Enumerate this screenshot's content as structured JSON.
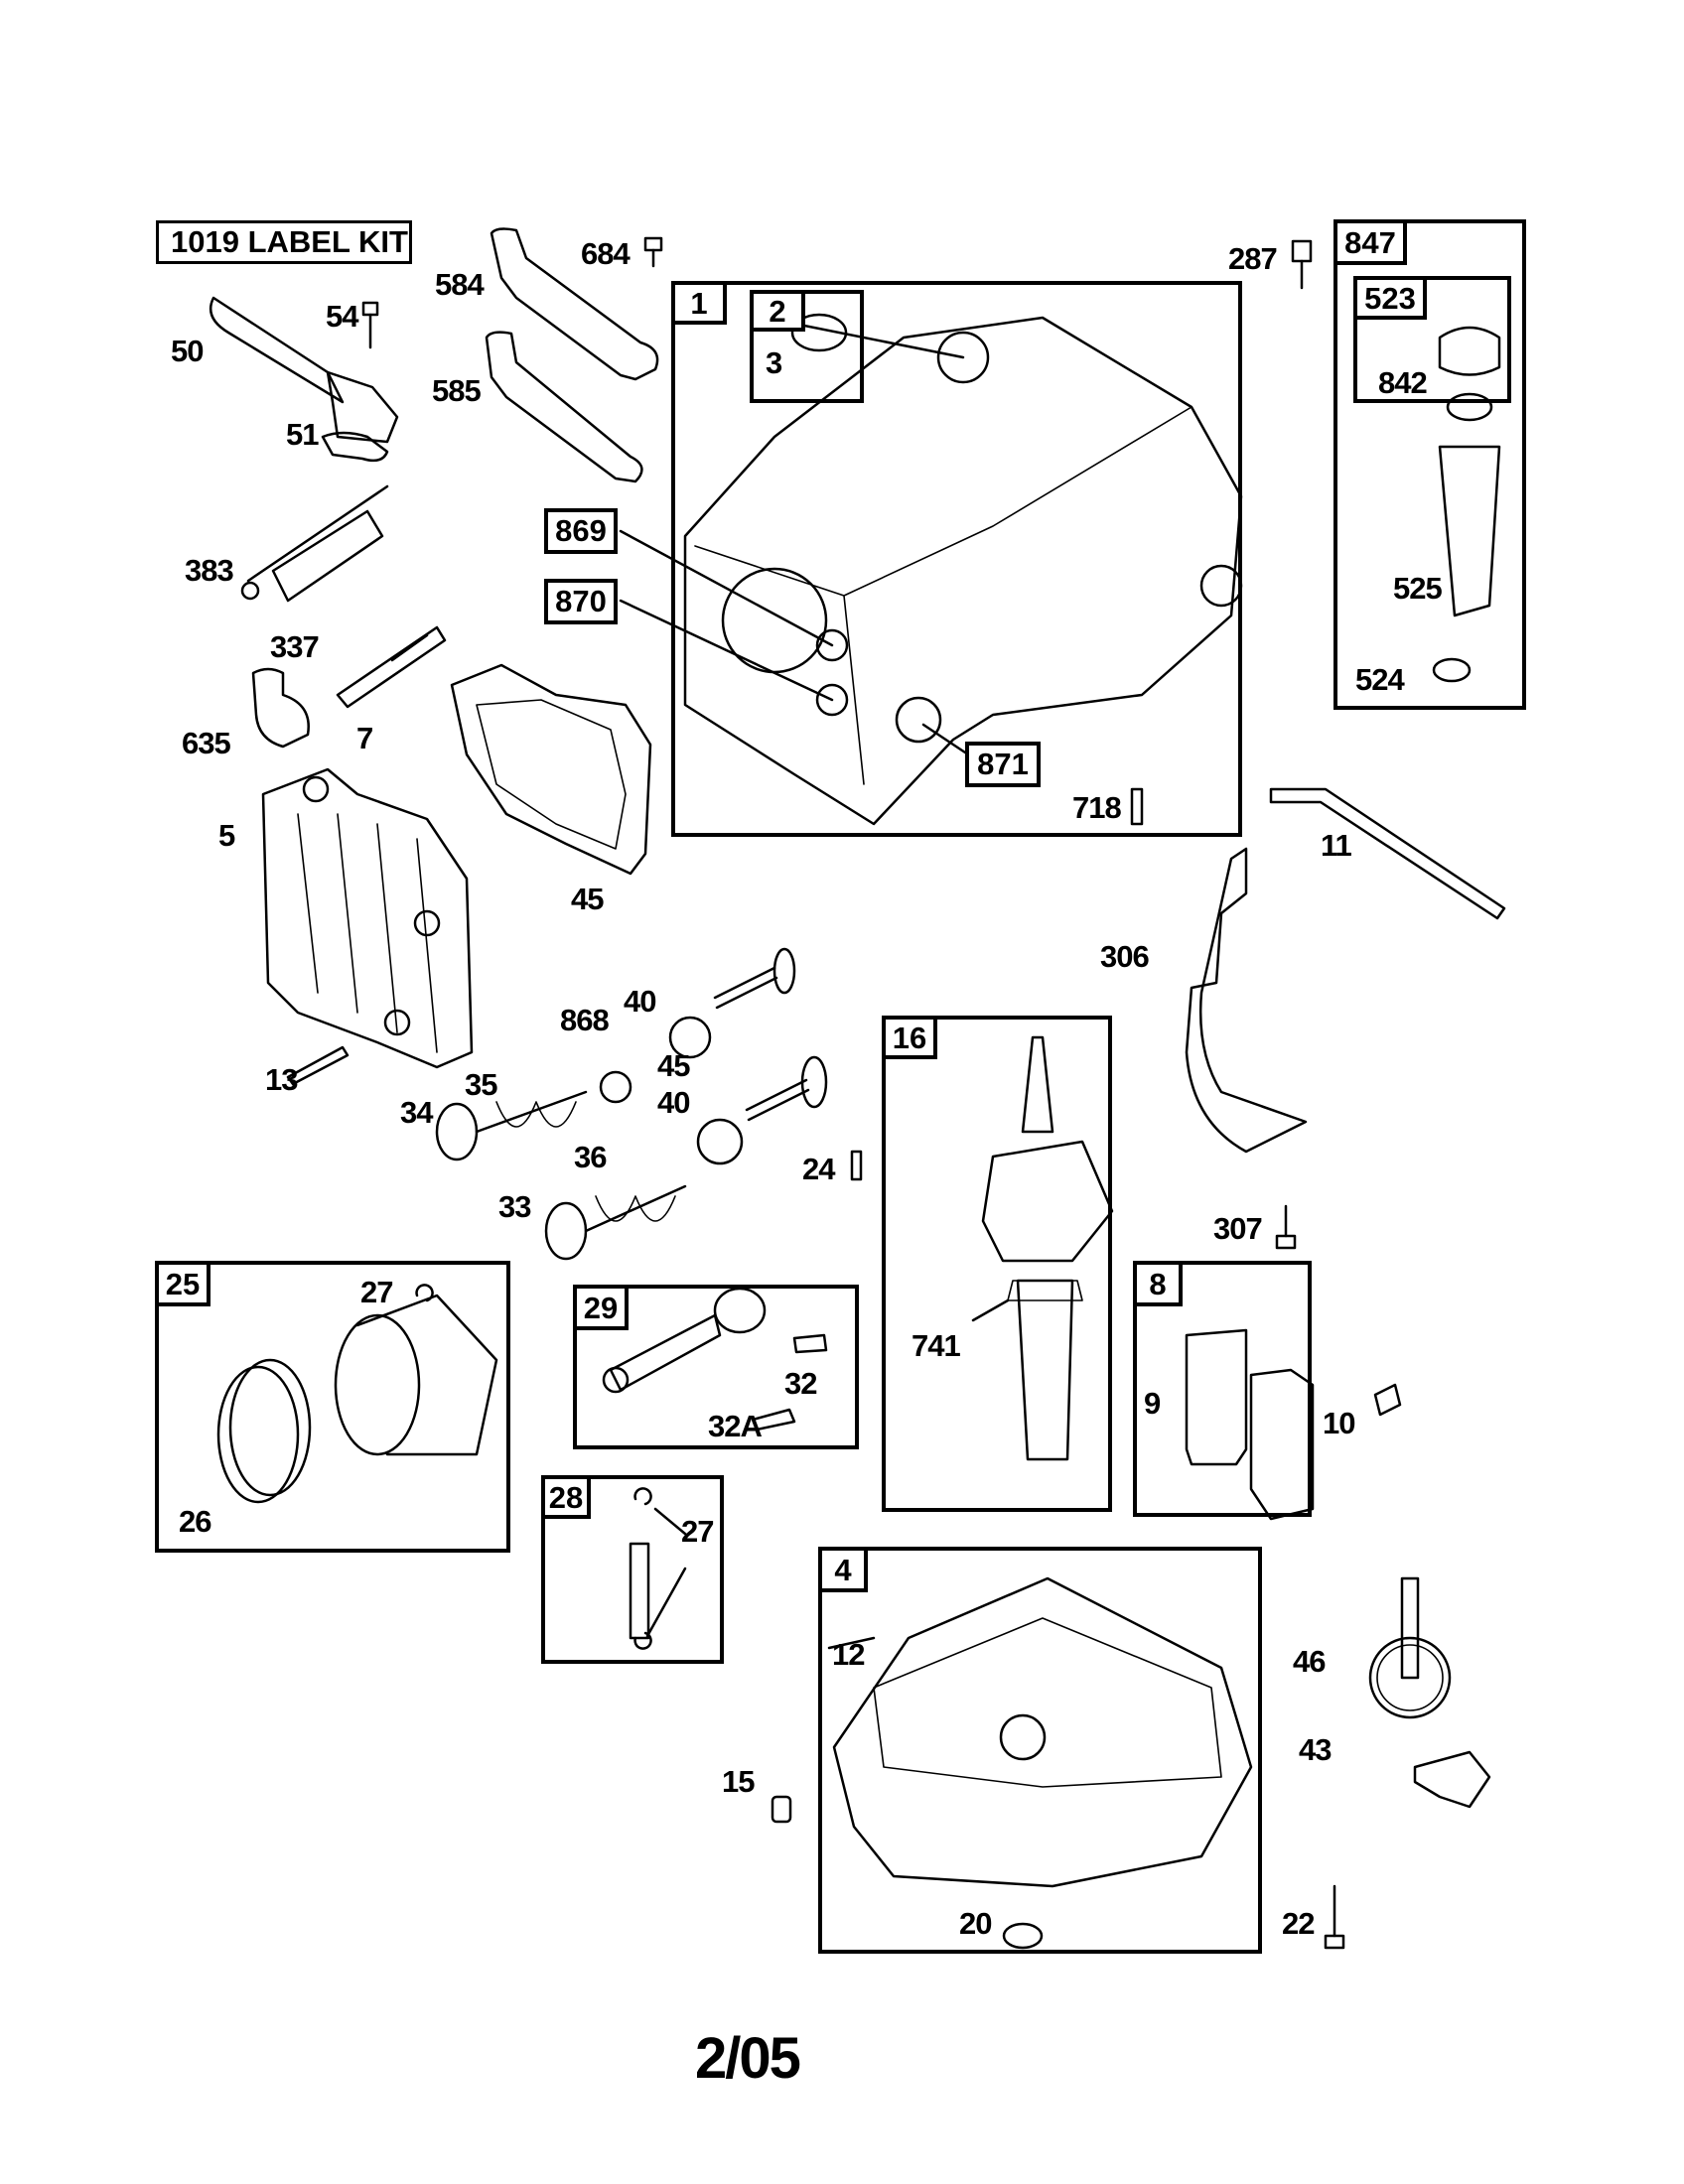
{
  "diagram": {
    "type": "exploded parts diagram",
    "subject": "engine short block / crankcase assembly",
    "label_kit": "1019 LABEL KIT",
    "footer_date": "2/05",
    "callout_boxes": [
      {
        "id": "1",
        "contains": [
          "2",
          "3",
          "869",
          "870",
          "871",
          "718"
        ]
      },
      {
        "id": "2",
        "contains": [
          "3"
        ]
      },
      {
        "id": "847",
        "contains": [
          "523",
          "842",
          "525",
          "524"
        ]
      },
      {
        "id": "523",
        "contains": [
          "842"
        ]
      },
      {
        "id": "16",
        "contains": [
          "741"
        ]
      },
      {
        "id": "8",
        "contains": [
          "9"
        ]
      },
      {
        "id": "25",
        "contains": [
          "27",
          "26"
        ]
      },
      {
        "id": "29",
        "contains": [
          "32",
          "32A"
        ]
      },
      {
        "id": "28",
        "contains": [
          "27"
        ]
      },
      {
        "id": "4",
        "contains": [
          "12",
          "20"
        ]
      }
    ],
    "boxed_labels": [
      "869",
      "870",
      "871"
    ],
    "part_labels": [
      "50",
      "54",
      "51",
      "584",
      "585",
      "684",
      "383",
      "337",
      "635",
      "7",
      "5",
      "13",
      "35",
      "34",
      "36",
      "33",
      "45",
      "45",
      "40",
      "40",
      "868",
      "24",
      "287",
      "11",
      "306",
      "307",
      "10",
      "15",
      "46",
      "43",
      "22",
      "3",
      "718",
      "842",
      "525",
      "524",
      "741",
      "9",
      "27",
      "26",
      "32",
      "32A",
      "27",
      "12",
      "20"
    ]
  },
  "labels": {
    "kit": "1019 LABEL KIT",
    "b1": "1",
    "b2": "2",
    "l3": "3",
    "b869": "869",
    "b870": "870",
    "b871": "871",
    "l718": "718",
    "b847": "847",
    "b523": "523",
    "l842": "842",
    "l525": "525",
    "l524": "524",
    "l287": "287",
    "l50": "50",
    "l54": "54",
    "l51": "51",
    "l584": "584",
    "l585": "585",
    "l684": "684",
    "l383": "383",
    "l337": "337",
    "l635": "635",
    "l7": "7",
    "l5": "5",
    "l11": "11",
    "l306": "306",
    "l45a": "45",
    "l45b": "45",
    "l40a": "40",
    "l40b": "40",
    "l868": "868",
    "l13": "13",
    "l35": "35",
    "l34": "34",
    "l36": "36",
    "l33": "33",
    "l24": "24",
    "b16": "16",
    "l741": "741",
    "l307": "307",
    "b8": "8",
    "l9": "9",
    "l10": "10",
    "b25": "25",
    "l27a": "27",
    "l26": "26",
    "b29": "29",
    "l32": "32",
    "l32a": "32A",
    "b28": "28",
    "l27b": "27",
    "b4": "4",
    "l12": "12",
    "l15": "15",
    "l20": "20",
    "l46": "46",
    "l43": "43",
    "l22": "22"
  }
}
